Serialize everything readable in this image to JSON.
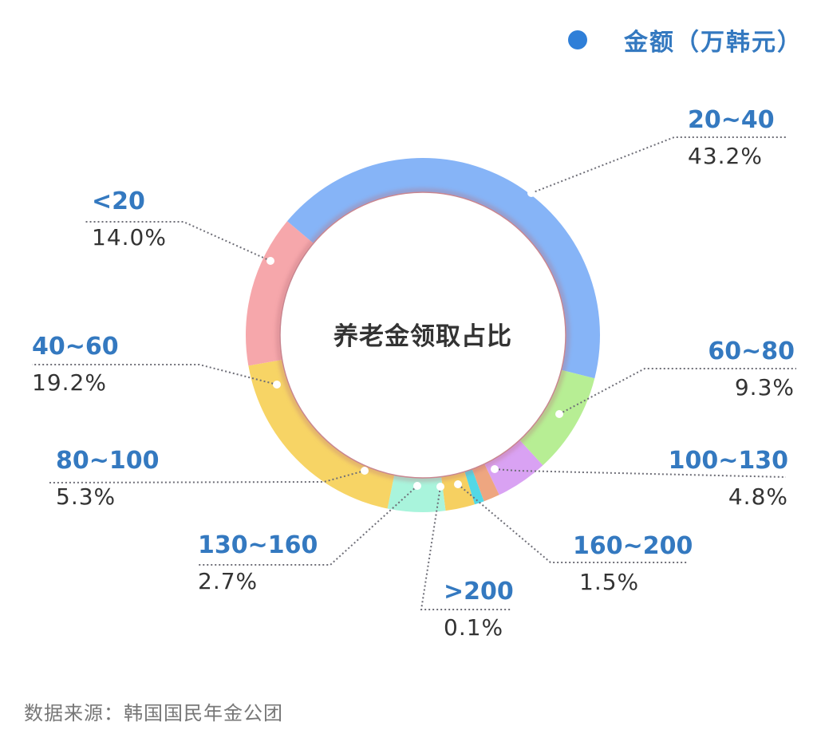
{
  "legend": {
    "label": "金额（万韩元）",
    "color": "#2f7fd8"
  },
  "center_title": "养老金领取占比",
  "source": "数据来源：韩国国民年金公团",
  "chart_data": {
    "type": "pie",
    "subtype": "donut",
    "title": "养老金领取占比",
    "legend": [
      "金额（万韩元）"
    ],
    "legend_position": "top-right",
    "unit": "%",
    "categories": [
      "20~40",
      "60~80",
      "100~130",
      "160~200",
      ">200",
      "130~160",
      "80~100",
      "40~60",
      "<20"
    ],
    "values": [
      43.2,
      9.3,
      4.8,
      1.5,
      0.1,
      2.7,
      5.3,
      19.2,
      14.0
    ],
    "colors": [
      "#86b4f7",
      "#b7ee94",
      "#d9a2f3",
      "#eea680",
      "#52d8e6",
      "#f6d061",
      "#a9f4dc",
      "#f7d465",
      "#f6a7ab"
    ],
    "value_labels": [
      "43.2%",
      "9.3%",
      "4.8%",
      "1.5%",
      "0.1%",
      "2.7%",
      "5.3%",
      "19.2%",
      "14.0%"
    ],
    "source": "数据来源：韩国国民年金公团"
  },
  "labels": [
    {
      "range": "20~40",
      "pct": "43.2%"
    },
    {
      "range": "60~80",
      "pct": "9.3%"
    },
    {
      "range": "100~130",
      "pct": "4.8%"
    },
    {
      "range": "160~200",
      "pct": "1.5%"
    },
    {
      "range": ">200",
      "pct": "0.1%"
    },
    {
      "range": "130~160",
      "pct": "2.7%"
    },
    {
      "range": "80~100",
      "pct": "5.3%"
    },
    {
      "range": "40~60",
      "pct": "19.2%"
    },
    {
      "range": "<20",
      "pct": "14.0%"
    }
  ]
}
